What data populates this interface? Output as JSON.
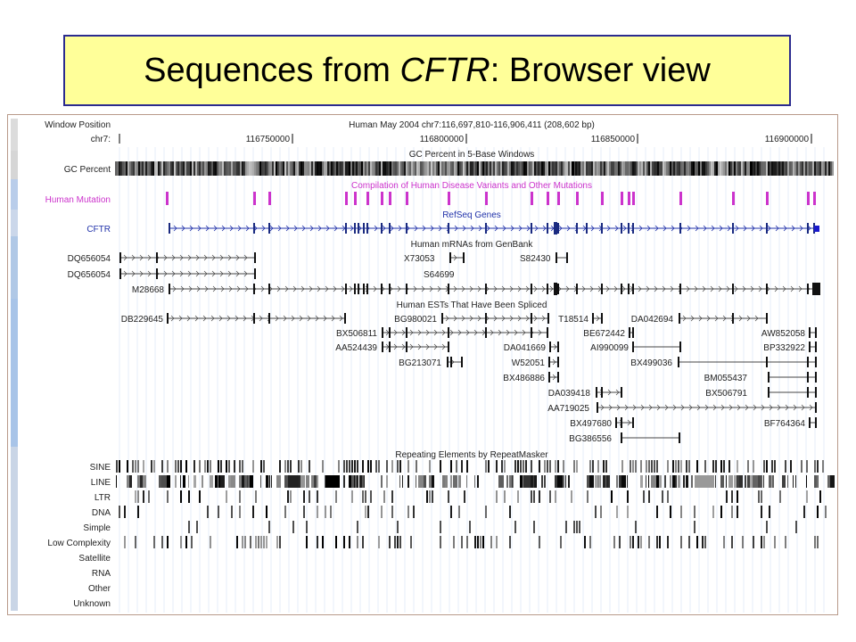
{
  "slide": {
    "title_prefix": "Sequences from ",
    "title_gene": "CFTR",
    "title_suffix": ": Browser view"
  },
  "browser": {
    "position_label": "Window Position",
    "position_header": "Human May 2004   chr7:116,697,810-116,906,411 (208,602 bp)",
    "chrom_label": "chr7:",
    "ticks": [
      "116750000",
      "116800000",
      "116850000",
      "116900000"
    ],
    "tracks": {
      "gc": {
        "label": "GC Percent",
        "header": "GC Percent in 5-Base Windows"
      },
      "mutation": {
        "label": "Human Mutation",
        "header": "Compilation of Human Disease Variants and Other Mutations",
        "color": "#cc33cc"
      },
      "refseq": {
        "label": "CFTR",
        "header": "RefSeq Genes",
        "color": "#2233aa"
      },
      "mrna": {
        "header": "Human mRNAs from GenBank"
      },
      "est": {
        "header": "Human ESTs That Have Been Spliced"
      },
      "repeats": {
        "header": "Repeating Elements by RepeatMasker",
        "classes": [
          "SINE",
          "LINE",
          "LTR",
          "DNA",
          "Simple",
          "Low Complexity",
          "Satellite",
          "RNA",
          "Other",
          "Unknown"
        ]
      }
    },
    "mrna_labels": [
      "DQ656054",
      "DQ656054",
      "M28668",
      "X73053",
      "S64699",
      "S82430"
    ],
    "est_labels": [
      "DB229645",
      "BG980021",
      "T18514",
      "DA042694",
      "BX506811",
      "BE672442",
      "AW852058",
      "AA524439",
      "DA041669",
      "AI990099",
      "BP332922",
      "BG213071",
      "W52051",
      "BX499036",
      "BX486886",
      "BM055437",
      "DA039418",
      "BX506791",
      "AA719025",
      "BX497680",
      "BF764364",
      "BG386556"
    ]
  }
}
